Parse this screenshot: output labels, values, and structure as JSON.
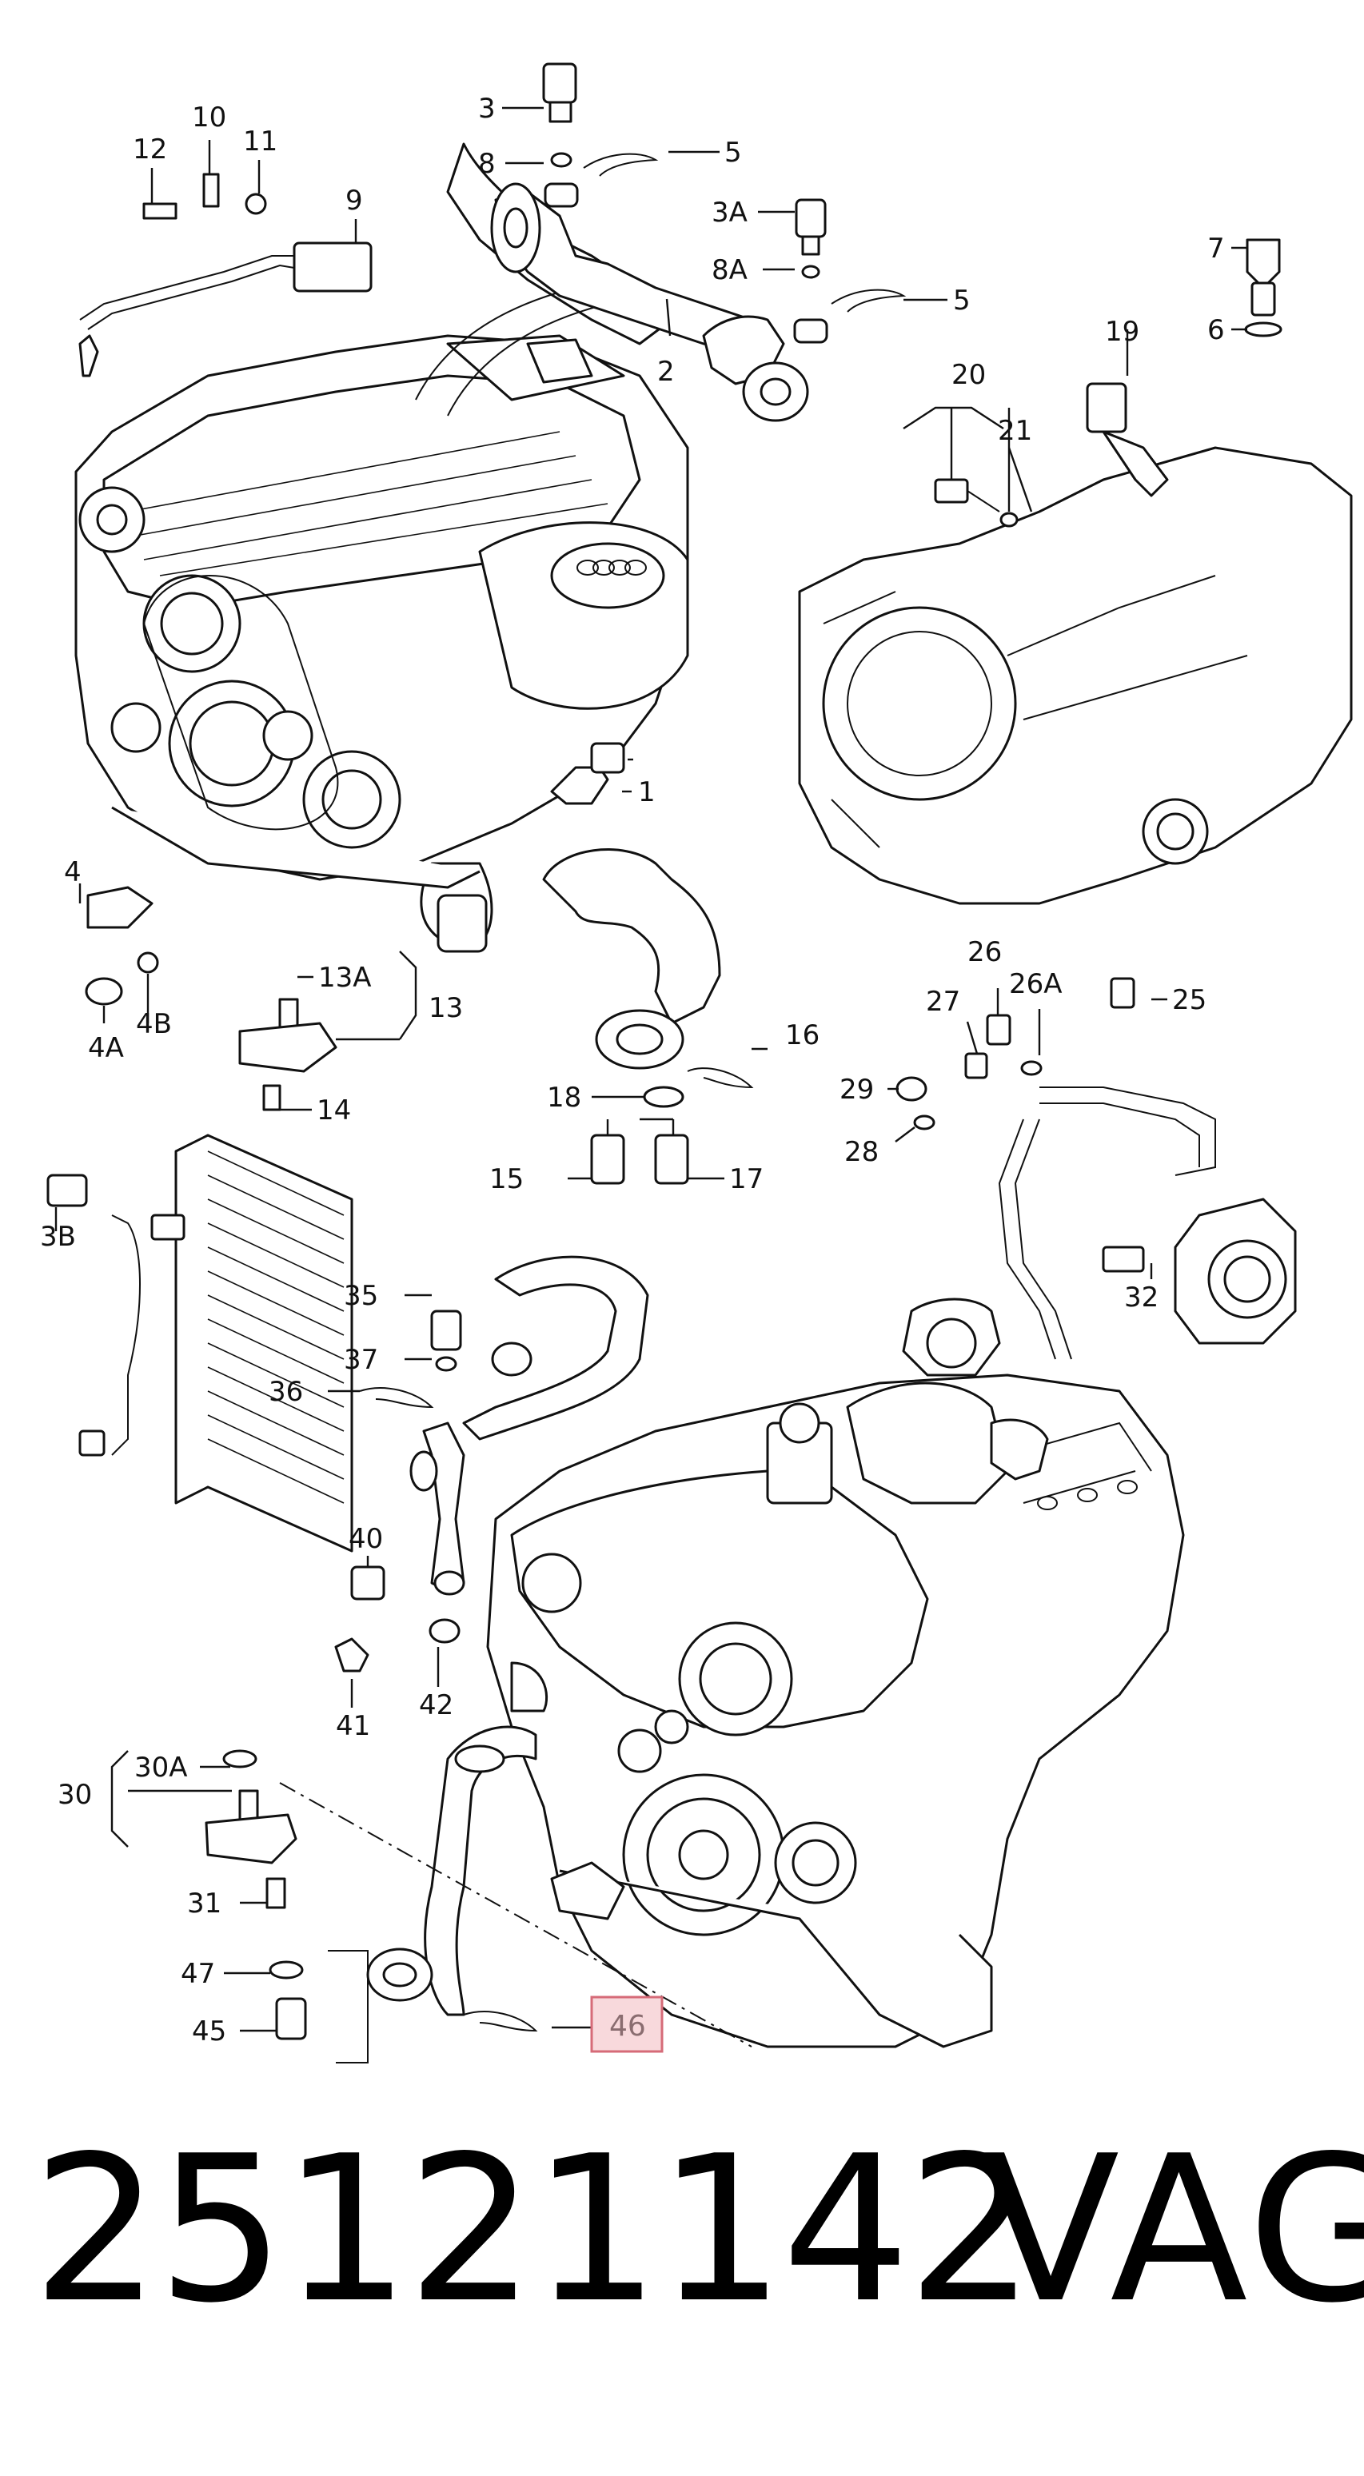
{
  "highlight_color": "#f8d9dc",
  "highlight_border_color": "#d66b78",
  "callouts": {
    "c1": "1",
    "c2": "2",
    "c3": "3",
    "c3a": "3A",
    "c4": "4",
    "c4a": "4A",
    "c4b": "4B",
    "c5a": "5",
    "c5b": "5",
    "c6": "6",
    "c7": "7",
    "c8": "8",
    "c8a": "8A",
    "c9": "9",
    "c10": "10",
    "c11": "11",
    "c12": "12",
    "c13": "13",
    "c13a": "13A",
    "c14": "14",
    "c15": "15",
    "c16": "16",
    "c17": "17",
    "c18": "18",
    "c19": "19",
    "c20": "20",
    "c21": "21",
    "c25": "25",
    "c26": "26",
    "c26a": "26A",
    "c27": "27",
    "c28": "28",
    "c29": "29",
    "c30": "30",
    "c30a": "30A",
    "c31": "31",
    "c32": "32",
    "c35": "35",
    "c36": "36",
    "c37": "37",
    "c3b": "3B",
    "c40": "40",
    "c41": "41",
    "c42": "42",
    "c45": "45",
    "c46": "46",
    "c47": "47"
  },
  "footer": {
    "part_number": "25121142",
    "brand": "VAG"
  }
}
